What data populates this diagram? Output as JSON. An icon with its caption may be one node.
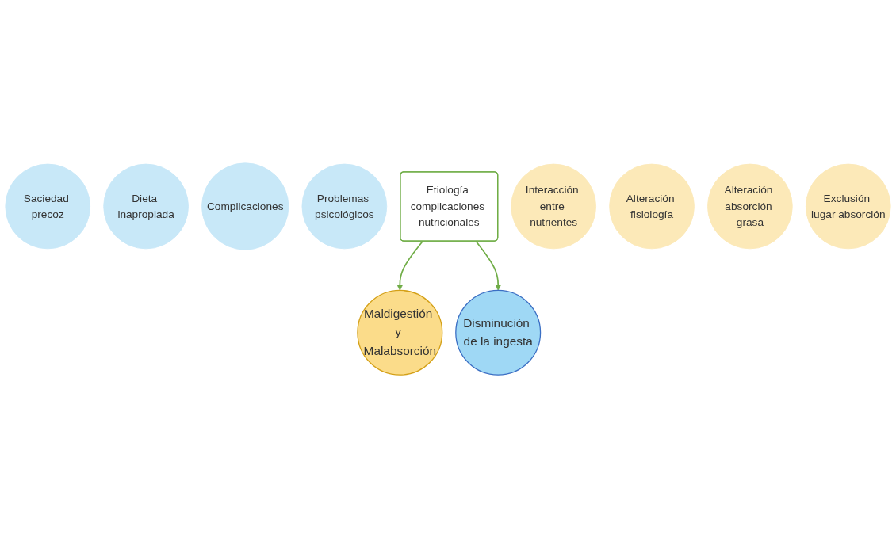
{
  "diagram": {
    "nodes": [
      {
        "text": [
          "Etiología complicaciones nutricionales"
        ]
      },
      {
        "text": [
          "Disminución de la ingesta"
        ]
      },
      {
        "text": [
          "Saciedad precoz"
        ]
      },
      {
        "text": [
          "Dieta inapropiada"
        ]
      },
      {
        "text": [
          "Complicaciones"
        ]
      },
      {
        "text": [
          "Problemas psicológicos"
        ]
      },
      {
        "text": [
          "Maldigestión y Malabsorción"
        ]
      },
      {
        "text": [
          "Interacción entre nutrientes"
        ]
      },
      {
        "text": [
          "Alteración fisiología"
        ]
      },
      {
        "text": [
          "Alteración absorción grasa"
        ]
      },
      {
        "text": [
          "Exclusión lugar absorción"
        ]
      }
    ],
    "edges": [
      {
        "from": 0,
        "to": 6,
        "arrow": "to",
        "color": "#70ad47"
      },
      {
        "from": 0,
        "to": 1,
        "arrow": "to",
        "color": "#70ad47"
      }
    ]
  }
}
